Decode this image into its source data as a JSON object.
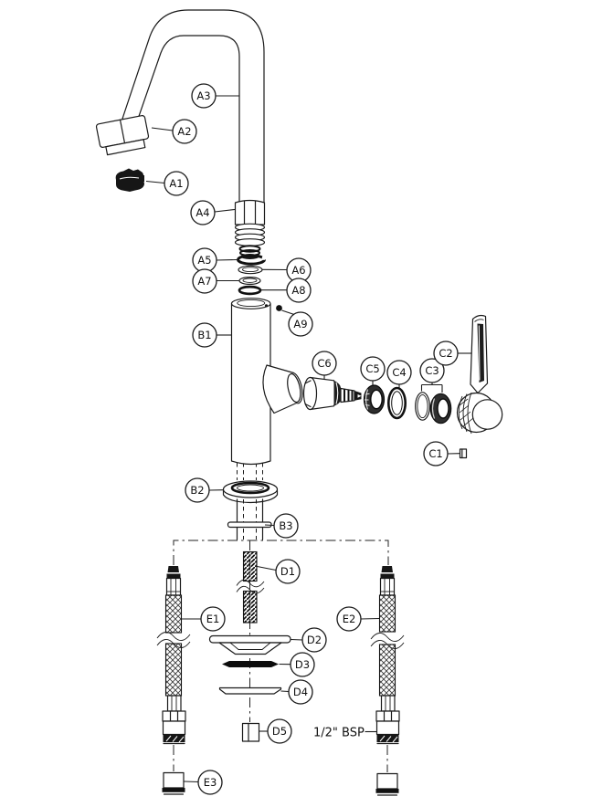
{
  "diagram": {
    "description": "exploded-parts-diagram-of-single-lever-faucet",
    "background": "#ffffff",
    "line_color": "#1a1a1a",
    "part_labels": {
      "a1": "A1",
      "a2": "A2",
      "a3": "A3",
      "a4": "A4",
      "a5": "A5",
      "a6": "A6",
      "a7": "A7",
      "a8": "A8",
      "a9": "A9",
      "b1": "B1",
      "b2": "B2",
      "b3": "B3",
      "c1": "C1",
      "c2": "C2",
      "c3": "C3",
      "c4": "C4",
      "c5": "C5",
      "c6": "C6",
      "d1": "D1",
      "d2": "D2",
      "d3": "D3",
      "d4": "D4",
      "d5": "D5",
      "e1": "E1",
      "e2": "E2",
      "e3": "E3"
    },
    "thread_note": "1/2\" BSP"
  }
}
